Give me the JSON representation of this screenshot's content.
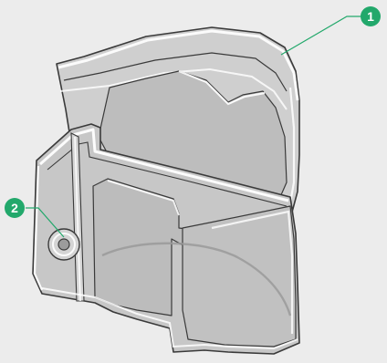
{
  "figure": {
    "background_color": "#ececec",
    "part_fill_color": "#c9c9c9",
    "part_outline_color": "#3a3a3a",
    "callout_color": "#22a86b"
  },
  "callouts": [
    {
      "number": "1",
      "target": "rear-rim"
    },
    {
      "number": "2",
      "target": "side-button"
    }
  ]
}
